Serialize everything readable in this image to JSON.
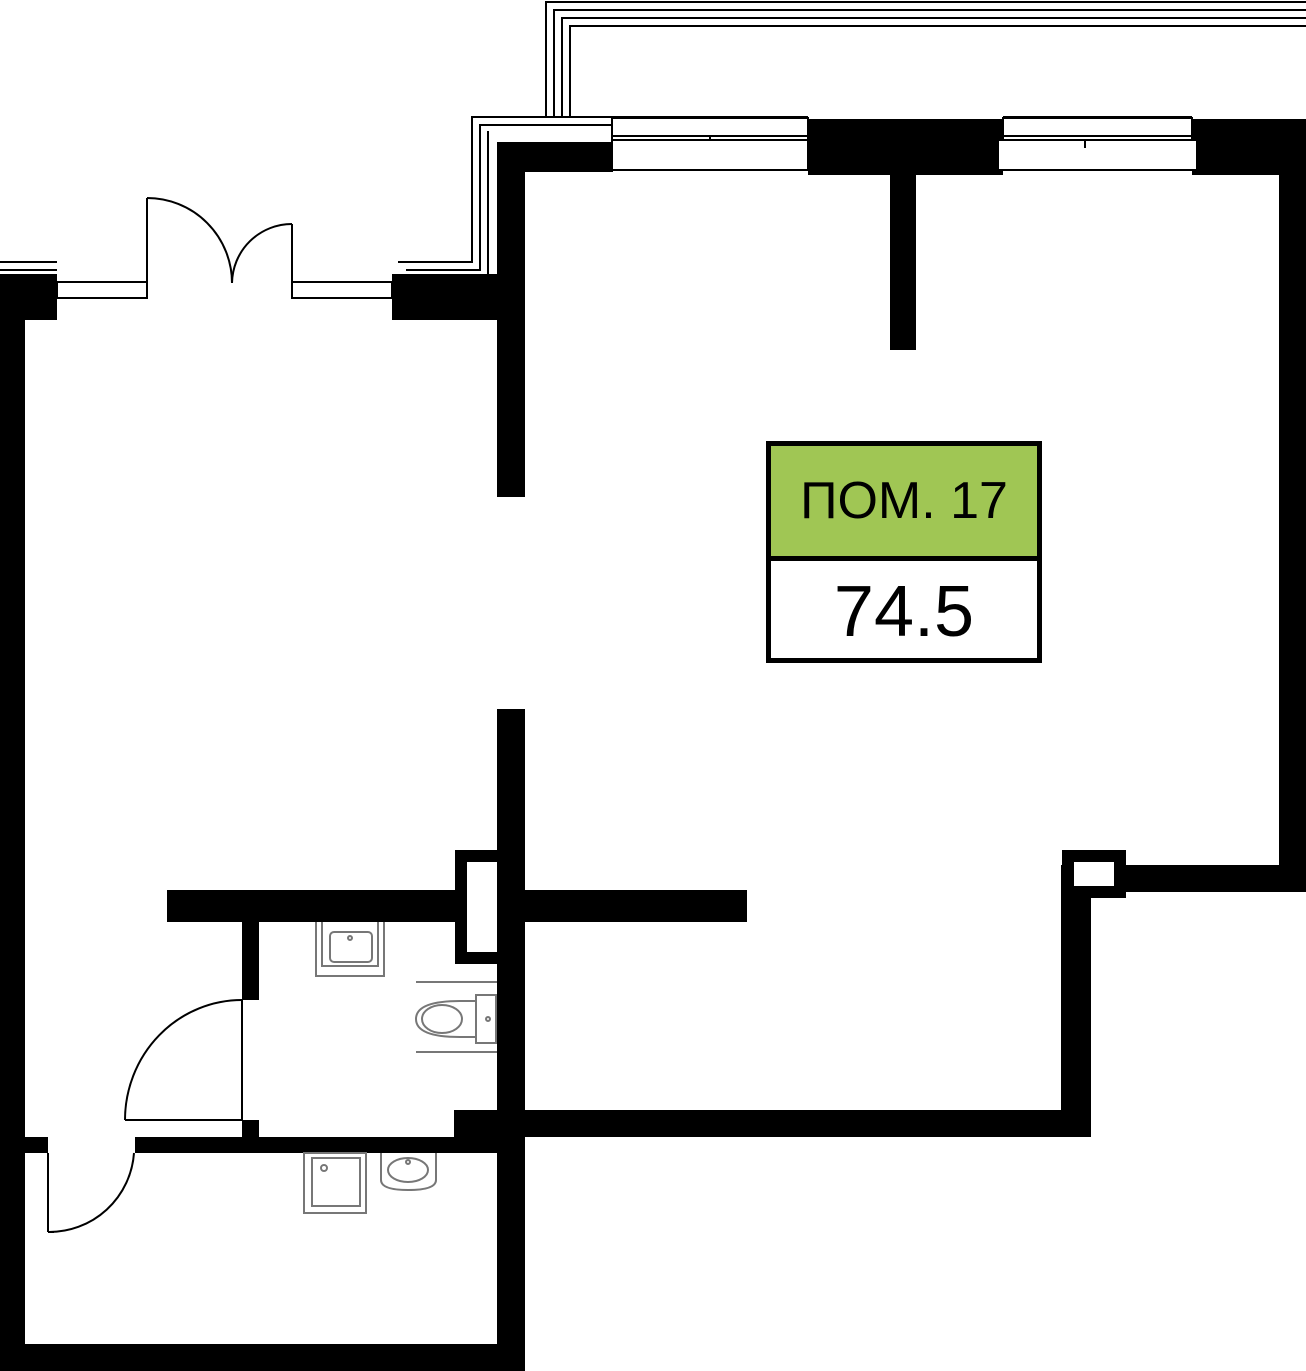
{
  "plan": {
    "room_name": "ПОМ. 17",
    "area": "74.5",
    "label_color": "#a0c654",
    "fixtures": [
      "sink-icon",
      "toilet-icon",
      "shower-tray-icon",
      "washbasin-icon"
    ],
    "doors": [
      "double-entrance-door",
      "bathroom-door",
      "utility-door"
    ]
  }
}
